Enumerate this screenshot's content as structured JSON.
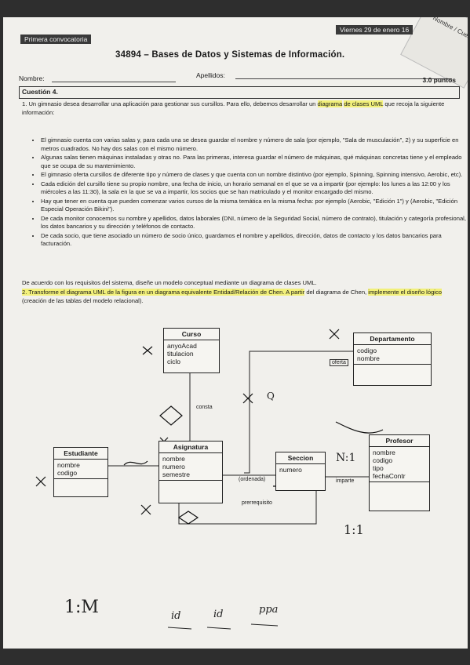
{
  "header": {
    "tag_left": "Primera convocatoria",
    "tag_right": "Viernes 29 de enero 16",
    "corner_label": "Nombre / Cues",
    "title": "34894 – Bases de Datos y Sistemas de Información.",
    "nombre_label": "Nombre:",
    "apellidos_label": "Apellidos:",
    "question_label": "Cuestión 4.",
    "points": "3.0 puntos"
  },
  "body": {
    "q1_prefix": "1.  Un gimnasio desea desarrollar una aplicación para gestionar sus cursillos. Para ello, debemos desarrollar un",
    "q1_hl1": "diagrama",
    "q1_hl2": "de clases UML",
    "q1_rest": " que recoja la siguiente información:",
    "items": [
      "El gimnasio cuenta con varias salas y, para cada una se desea guardar el nombre y número de sala (por ejemplo, \"Sala de musculación\", 2) y su superficie en metros cuadrados. No hay dos salas con el mismo número.",
      "Algunas salas tienen máquinas instaladas y otras no. Para las primeras, interesa guardar el número de máquinas, qué máquinas concretas tiene y el empleado que se ocupa de su mantenimiento.",
      "El gimnasio oferta cursillos de diferente tipo y número de clases y que cuenta con un nombre distintivo (por ejemplo, Spinning, Spinning intensivo, Aerobic, etc).",
      "Cada edición del cursillo tiene su propio nombre, una fecha de inicio, un horario semanal en el que se va a impartir (por ejemplo: los lunes a las 12:00 y los miércoles a las 11:30), la sala en la que se va a impartir, los socios que se han matriculado y el monitor encargado del mismo.",
      "Hay que tener en cuenta que pueden comenzar varios cursos de la misma temática en la misma fecha: por ejemplo (Aerobic, \"Edición 1\") y (Aerobic, \"Edición Especial Operación Bikini\").",
      "De cada monitor conocemos su nombre y apellidos, datos laborales (DNI, número de la Seguridad Social, número de contrato), titulación y categoría profesional, los datos bancarios y su dirección y teléfonos de contacto.",
      "De cada socio, que tiene asociado un número de socio único, guardamos el nombre y apellidos, dirección, datos de contacto y los datos bancarios para facturación."
    ],
    "conclusion": "De acuerdo con los requisitos del sistema, diseñe un modelo conceptual mediante un diagrama de clases UML.",
    "q2_hl": "2.  Transforme el diagrama UML de la figura en un diagrama equivalente Entidad/Relación de Chen. A partir",
    "q2_rest": " del diagrama de Chen,",
    "q2_hl2": "implemente el diseño lógico",
    "q2_end": " (creación de las tablas del modelo relacional)."
  },
  "uml": {
    "curso": {
      "name": "Curso",
      "attrs": [
        "anyoAcad",
        "titulacion",
        "ciclo"
      ]
    },
    "departamento": {
      "name": "Departamento",
      "attrs": [
        "codigo",
        "nombre"
      ]
    },
    "estudiante": {
      "name": "Estudiante",
      "attrs": [
        "nombre",
        "codigo"
      ]
    },
    "asignatura": {
      "name": "Asignatura",
      "attrs": [
        "nombre",
        "numero",
        "semestre"
      ]
    },
    "seccion": {
      "name": "Seccion",
      "attrs": [
        "numero"
      ]
    },
    "profesor": {
      "name": "Profesor",
      "attrs": [
        "nombre",
        "codigo",
        "tipo",
        "fechaContr"
      ]
    },
    "labels": {
      "consta": "consta",
      "oferta": "oferta",
      "ordenada": "(ordenada)",
      "imparte": "imparte",
      "prerrequisito": "prerrequisito"
    }
  },
  "handwriting": {
    "n1": "N:1",
    "one_one": "1:1",
    "one_m": "1:M",
    "id1": "id",
    "id2": "id",
    "word": "ppa",
    "q": "Q"
  }
}
